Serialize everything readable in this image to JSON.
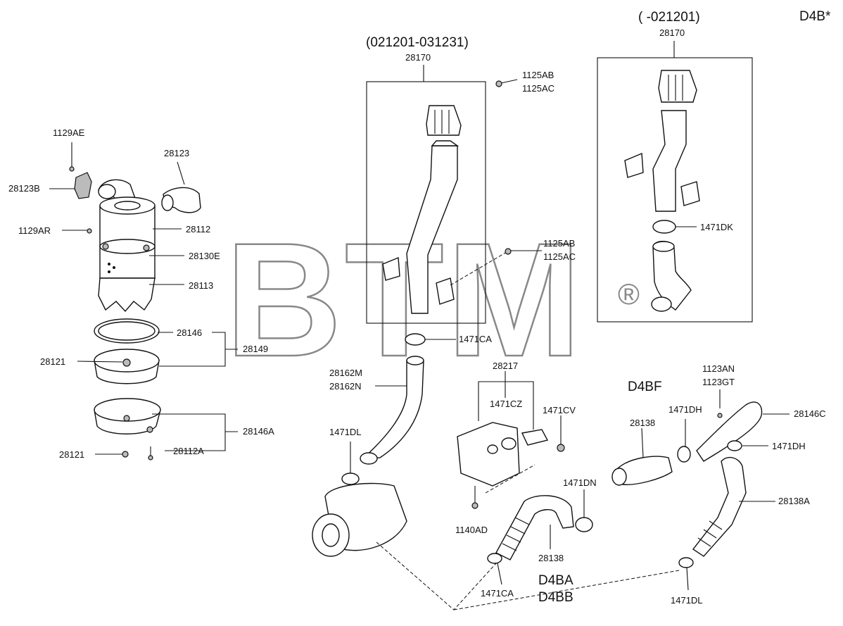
{
  "variant_tag": "D4B*",
  "groups": {
    "period_mid": "(021201-031231)",
    "period_early": "( -021201)",
    "engine_bf": "D4BF",
    "engine_ba": "D4BA",
    "engine_bb": "D4BB"
  },
  "watermark": {
    "text": "BTM",
    "mark": "®"
  },
  "labels": {
    "l1129ae": "1129AE",
    "l28123b": "28123B",
    "l28123": "28123",
    "l1129ar": "1129AR",
    "l28112": "28112",
    "l28130e": "28130E",
    "l28113": "28113",
    "l28146": "28146",
    "l28149": "28149",
    "l28121a": "28121",
    "l28146a": "28146A",
    "l28121b": "28121",
    "l28112a": "28112A",
    "l28170a": "28170",
    "l1125ab_top": "1125AB",
    "l1125ac_top": "1125AC",
    "l1125ab_mid": "1125AB",
    "l1125ac_mid": "1125AC",
    "l1471ca_top": "1471CA",
    "l28162m": "28162M",
    "l28162n": "28162N",
    "l1471dl_left": "1471DL",
    "l28217": "28217",
    "l1471cz": "1471CZ",
    "l1471cv": "1471CV",
    "l1471dn": "1471DN",
    "l1140ad": "1140AD",
    "l28138_mid": "28138",
    "l1471ca_bot": "1471CA",
    "l28170b": "28170",
    "l1471dk": "1471DK",
    "l1123an": "1123AN",
    "l1123gt": "1123GT",
    "l28146c": "28146C",
    "l1471dh_a": "1471DH",
    "l28138_right": "28138",
    "l1471dh_b": "1471DH",
    "l28138a": "28138A",
    "l1471dl_bot": "1471DL"
  }
}
